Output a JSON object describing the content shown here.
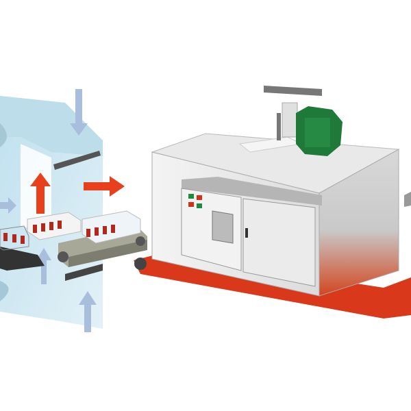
{
  "colors": {
    "background": "#ffffff",
    "tunnel_blue": "#cfe6f0",
    "airflow_arrow": "#a9bddd",
    "heat_arrow": "#e8401c",
    "machine_body": "#ececec",
    "base_red": "#d9381a",
    "motor_green": "#1f7a3a",
    "conveyor_gray": "#9a9a8a"
  },
  "icons": [
    "airflow-arrow",
    "heat-arrow",
    "motor",
    "control-buttons"
  ]
}
